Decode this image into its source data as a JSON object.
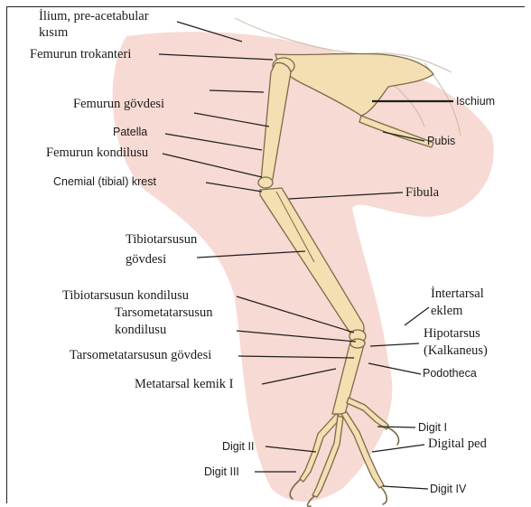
{
  "labels": {
    "ilium": "İlium, pre-acetabular",
    "ilium2": "kısım",
    "femur_troch": "Femurun trokanteri",
    "femur_body": "Femurun gövdesi",
    "patella": "Patella",
    "femur_cond": "Femurun kondilusu",
    "cnemial": "Cnemial (tibial) krest",
    "tibio_body1": "Tibiotarsusun",
    "tibio_body2": "gövdesi",
    "tibio_cond": "Tibiotarsusun kondilusu",
    "tarso_cond1": "Tarsometatarsusun",
    "tarso_cond2": "kondilusu",
    "tarso_body": "Tarsometatarsusun gövdesi",
    "metatarsal": "Metatarsal kemik I",
    "digit2": "Digit II",
    "digit3": "Digit III",
    "ischium": "Ischium",
    "pubis": "Pubis",
    "fibula": "Fibula",
    "intertarsal1": "İntertarsal",
    "intertarsal2": "eklem",
    "hipo1": "Hipotarsus",
    "hipo2": "(Kalkaneus)",
    "podotheca": "Podotheca",
    "digit1": "Digit I",
    "digital_pad": "Digital ped",
    "digit4": "Digit IV"
  },
  "colors": {
    "bone": "#f3dfb1",
    "bone_stroke": "#7a6a4a",
    "shadow": "#f6d3cb",
    "leader": "#1e1e1e"
  }
}
